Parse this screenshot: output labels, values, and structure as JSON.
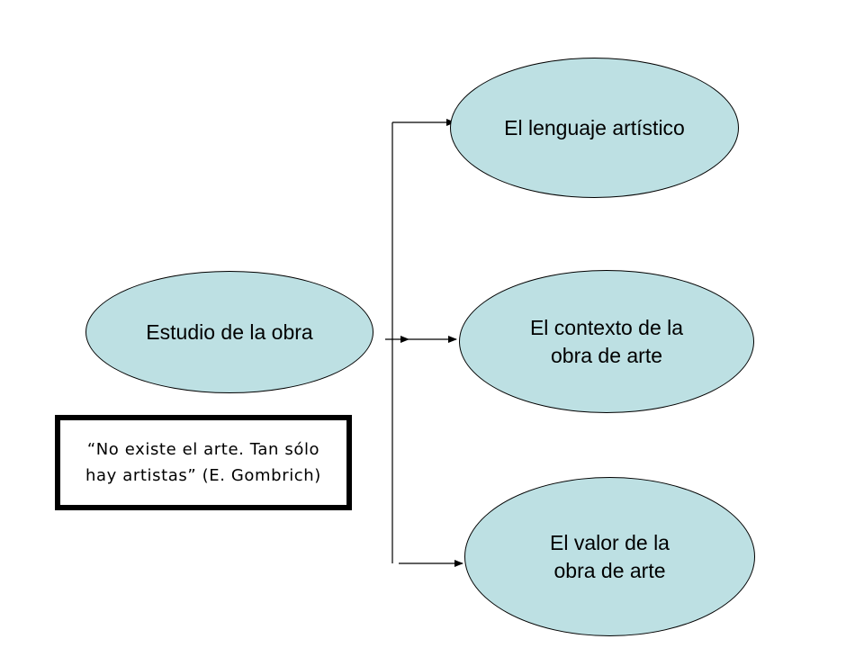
{
  "diagram": {
    "root": {
      "label": "Estudio  de la obra"
    },
    "branches": [
      {
        "id": "lenguaje",
        "label": "El lenguaje artístico"
      },
      {
        "id": "contexto",
        "label": "El contexto de la\nobra de arte"
      },
      {
        "id": "valor",
        "label": "El valor de la\nobra de arte"
      }
    ],
    "quote": "“No existe el arte. Tan sólo hay artistas” (E. Gombrich)",
    "colors": {
      "node_fill": "#bde0e3",
      "stroke": "#000000"
    }
  }
}
